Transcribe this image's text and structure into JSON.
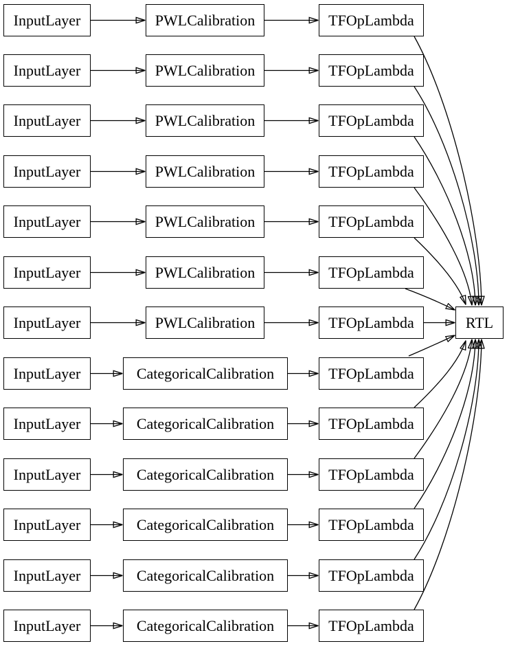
{
  "diagram": {
    "type": "layer-graph",
    "rows": [
      {
        "input": "InputLayer",
        "calibration": "PWLCalibration",
        "op": "TFOpLambda"
      },
      {
        "input": "InputLayer",
        "calibration": "PWLCalibration",
        "op": "TFOpLambda"
      },
      {
        "input": "InputLayer",
        "calibration": "PWLCalibration",
        "op": "TFOpLambda"
      },
      {
        "input": "InputLayer",
        "calibration": "PWLCalibration",
        "op": "TFOpLambda"
      },
      {
        "input": "InputLayer",
        "calibration": "PWLCalibration",
        "op": "TFOpLambda"
      },
      {
        "input": "InputLayer",
        "calibration": "PWLCalibration",
        "op": "TFOpLambda"
      },
      {
        "input": "InputLayer",
        "calibration": "PWLCalibration",
        "op": "TFOpLambda"
      },
      {
        "input": "InputLayer",
        "calibration": "CategoricalCalibration",
        "op": "TFOpLambda"
      },
      {
        "input": "InputLayer",
        "calibration": "CategoricalCalibration",
        "op": "TFOpLambda"
      },
      {
        "input": "InputLayer",
        "calibration": "CategoricalCalibration",
        "op": "TFOpLambda"
      },
      {
        "input": "InputLayer",
        "calibration": "CategoricalCalibration",
        "op": "TFOpLambda"
      },
      {
        "input": "InputLayer",
        "calibration": "CategoricalCalibration",
        "op": "TFOpLambda"
      },
      {
        "input": "InputLayer",
        "calibration": "CategoricalCalibration",
        "op": "TFOpLambda"
      }
    ],
    "output_label": "RTL",
    "colors": {
      "background": "#ffffff",
      "node_border": "#000000",
      "edge": "#000000",
      "text": "#000000"
    }
  }
}
